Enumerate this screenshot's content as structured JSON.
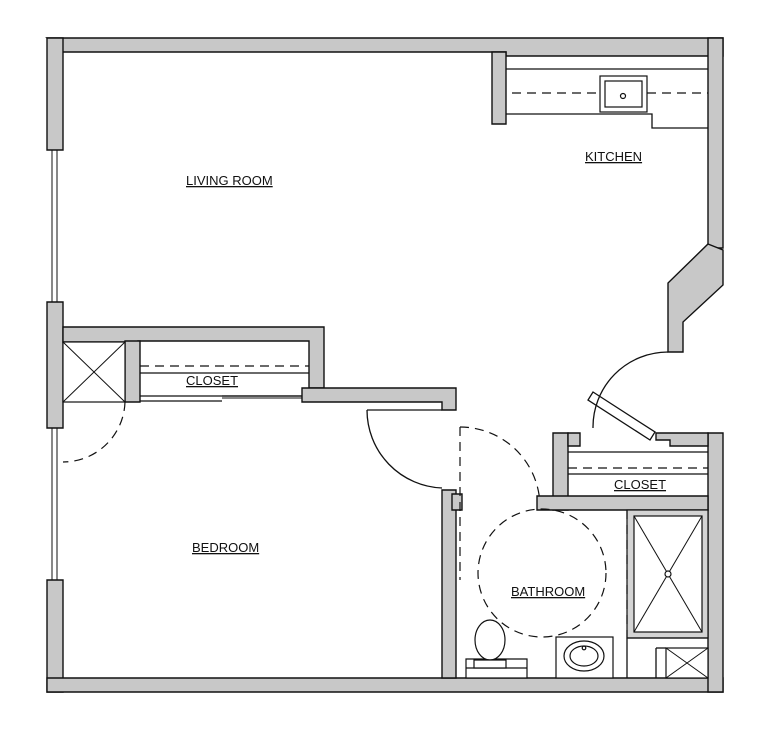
{
  "rooms": {
    "living_room": "LIVING ROOM",
    "kitchen": "KITCHEN",
    "closet_bedroom": "CLOSET",
    "closet_bath": "CLOSET",
    "bedroom": "BEDROOM",
    "bathroom": "BATHROOM"
  },
  "colors": {
    "wall_fill": "#c8c8c8",
    "line": "#111111",
    "background": "#ffffff"
  }
}
